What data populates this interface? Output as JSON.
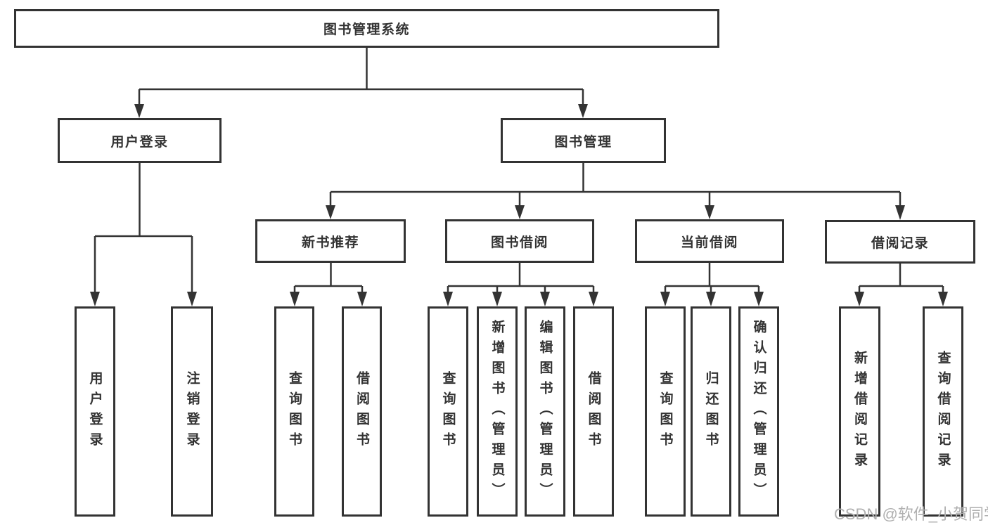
{
  "diagram": {
    "root": {
      "label": "图书管理系统"
    },
    "branches": [
      {
        "label": "用户登录",
        "children": [
          {
            "label": "用户登录"
          },
          {
            "label": "注销登录"
          }
        ]
      },
      {
        "label": "图书管理",
        "children": [
          {
            "label": "新书推荐",
            "children": [
              {
                "label": "查询图书"
              },
              {
                "label": "借阅图书"
              }
            ]
          },
          {
            "label": "图书借阅",
            "children": [
              {
                "label": "查询图书"
              },
              {
                "label": "新增图书（管理员）"
              },
              {
                "label": "编辑图书（管理员）"
              },
              {
                "label": "借阅图书"
              }
            ]
          },
          {
            "label": "当前借阅",
            "children": [
              {
                "label": "查询图书"
              },
              {
                "label": "归还图书"
              },
              {
                "label": "确认归还（管理员）"
              }
            ]
          },
          {
            "label": "借阅记录",
            "children": [
              {
                "label": "新增借阅记录"
              },
              {
                "label": "查询借阅记录"
              }
            ]
          }
        ]
      }
    ],
    "watermark": "CSDN @软件_小贺同学",
    "colors": {
      "line": "#333333",
      "text": "#333333",
      "watermark": "#b0b0b0",
      "background": "#ffffff"
    }
  }
}
